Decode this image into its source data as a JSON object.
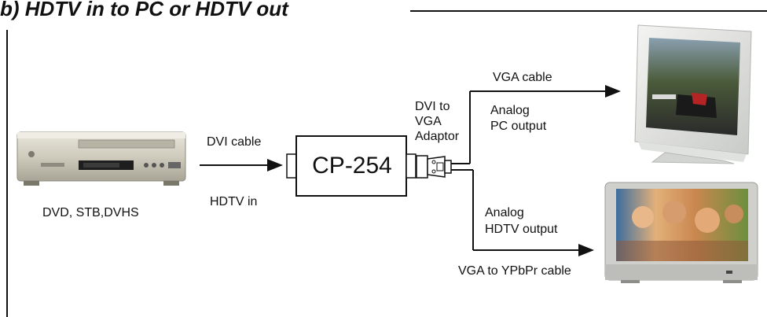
{
  "header": {
    "title": "b) HDTV in to PC or HDTV out"
  },
  "devices": {
    "source_label": "DVD, STB,DVHS",
    "converter_label": "CP-254",
    "tv_label": "",
    "monitor_label": ""
  },
  "labels": {
    "dvi_cable": "DVI cable",
    "hdtv_in": "HDTV in",
    "adaptor_line1": "DVI to",
    "adaptor_line2": "VGA",
    "adaptor_line3": "Adaptor",
    "vga_cable": "VGA cable",
    "analog_pc_line1": "Analog",
    "analog_pc_line2": "PC output",
    "analog_hdtv_line1": "Analog",
    "analog_hdtv_line2": "HDTV output",
    "ypbpr_cable": "VGA to YPbPr cable"
  }
}
